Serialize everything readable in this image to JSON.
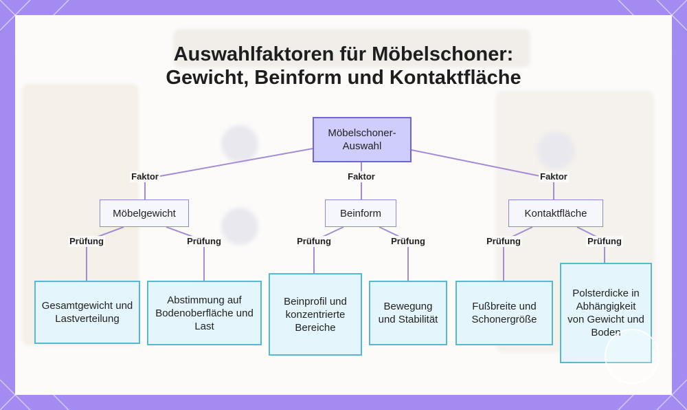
{
  "title": {
    "line1": "Auswahlfaktoren für Möbelschoner:",
    "line2": "Gewicht, Beinform und Kontaktfläche"
  },
  "diagram": {
    "root": {
      "label": "Möbelschoner-Auswahl"
    },
    "factor_edge_label": "Faktor",
    "check_edge_label": "Prüfung",
    "factors": [
      {
        "label": "Möbelgewicht",
        "checks": [
          {
            "label": "Gesamtgewicht und Lastverteilung"
          },
          {
            "label": "Abstimmung auf Bodenoberfläche und Last"
          }
        ]
      },
      {
        "label": "Beinform",
        "checks": [
          {
            "label": "Beinprofil und konzentrierte Bereiche"
          },
          {
            "label": "Bewegung und Stabilität"
          }
        ]
      },
      {
        "label": "Kontaktfläche",
        "checks": [
          {
            "label": "Fußbreite und Schonergröße"
          },
          {
            "label": "Polsterdicke in Abhängigkeit von Gewicht und Boden"
          }
        ]
      }
    ]
  },
  "colors": {
    "frame": "#a48bf2",
    "panel": "#fcfbfa",
    "root_fill": "#cfcdfb",
    "root_border": "#6c65d8",
    "factor_border": "#8d87de",
    "leaf_fill": "#e4f6fb",
    "leaf_border": "#56b8d2",
    "edge": "#a48bd8"
  }
}
